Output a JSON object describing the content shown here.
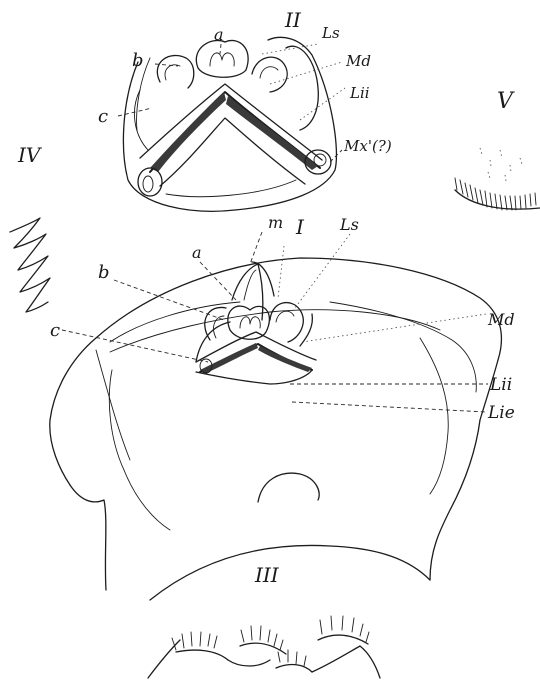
{
  "figure_numbers": {
    "fig_2": "II",
    "fig_1": "I",
    "fig_3": "III",
    "fig_4": "IV",
    "fig_5": "V"
  },
  "labels_fig_2": {
    "a": "a",
    "b": "b",
    "c": "c",
    "ls": "Ls",
    "md": "Md",
    "lii": "Lii",
    "mx1": "Mx'(?)"
  },
  "labels_fig_1": {
    "a": "a",
    "b": "b",
    "c": "c",
    "m": "m",
    "ls": "Ls",
    "md": "Md",
    "lii": "Lii",
    "lie": "Lie"
  }
}
